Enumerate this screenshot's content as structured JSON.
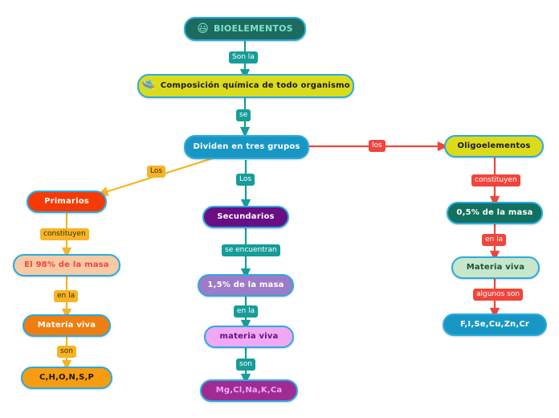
{
  "diagram": {
    "title": "Bioelementos",
    "background": "#ffffff",
    "node_border": "#29ABE2",
    "branch_colors": {
      "trunk": "#179C99",
      "primarios": "#F6B426",
      "secundarios": "#179C99",
      "oligoelementos": "#F0453C"
    }
  },
  "nodes": {
    "root": {
      "text": "BIOELEMENTOS",
      "emoji": "😃",
      "icon": "grinning-face-emoji",
      "fill": "#1C6B5E",
      "text_color": "#7FE3C9",
      "font_size": "11"
    },
    "composicion": {
      "text": "Composición química de todo organismo",
      "emoji": "🛸",
      "icon": "flying-saucer-emoji",
      "fill": "#DBDB1C",
      "text_color": "#1A1A1A",
      "font_size": "10"
    },
    "dividen": {
      "text": "Dividen en tres grupos",
      "fill": "#1897C4",
      "text_color": "#ffffff",
      "font_size": "10"
    },
    "primarios": {
      "text": "Primarios",
      "fill": "#F53A06",
      "text_color": "#ffffff",
      "font_size": "10"
    },
    "primarios_masa": {
      "text": "El 98% de la masa",
      "fill": "#F7C9A4",
      "text_color": "#F0453C",
      "font_size": "10"
    },
    "primarios_materia": {
      "text": "Materia viva",
      "fill": "#EE7E10",
      "text_color": "#ffffff",
      "font_size": "10"
    },
    "primarios_elementos": {
      "text": "C,H,O,N,S,P",
      "fill": "#F79C11",
      "text_color": "#1A1A1A",
      "font_size": "10"
    },
    "secundarios": {
      "text": "Secundarios",
      "fill": "#6A0E84",
      "text_color": "#ffffff",
      "font_size": "10"
    },
    "secundarios_masa": {
      "text": "1,5% de la masa",
      "fill": "#9C7BC8",
      "text_color": "#ffffff",
      "font_size": "10"
    },
    "secundarios_materia": {
      "text": "materia viva",
      "fill": "#F0A8F5",
      "text_color": "#6A0E84",
      "font_size": "10"
    },
    "secundarios_elementos": {
      "text": "Mg,Cl,Na,K,Ca",
      "fill": "#A02C93",
      "text_color": "#F0A8F5",
      "font_size": "10"
    },
    "oligoelementos": {
      "text": "Oligoelementos",
      "fill": "#DBDB1C",
      "text_color": "#1A1A1A",
      "font_size": "10"
    },
    "oligo_masa": {
      "text": "0,5% de la masa",
      "fill": "#12715F",
      "text_color": "#ffffff",
      "font_size": "10"
    },
    "oligo_materia": {
      "text": "Materia viva",
      "fill": "#C8E6C9",
      "text_color": "#13543F",
      "font_size": "10"
    },
    "oligo_elementos": {
      "text": "F,I,Se,Cu,Zn,Cr",
      "fill": "#1897C4",
      "text_color": "#ffffff",
      "font_size": "10"
    }
  },
  "edge_labels": {
    "son_la": "Son la",
    "se": "se",
    "los_right": "los",
    "los_left": "Los",
    "los_mid": "Los",
    "constituyen_left": "constituyen",
    "en_la_left": "en la",
    "son_left": "son",
    "se_encuentran": "se encuentran",
    "en_la_mid": "en la",
    "son_mid": "son",
    "constituyen_right": "constituyen",
    "en_la_right": "en la",
    "algunos_son": "algunos son"
  }
}
